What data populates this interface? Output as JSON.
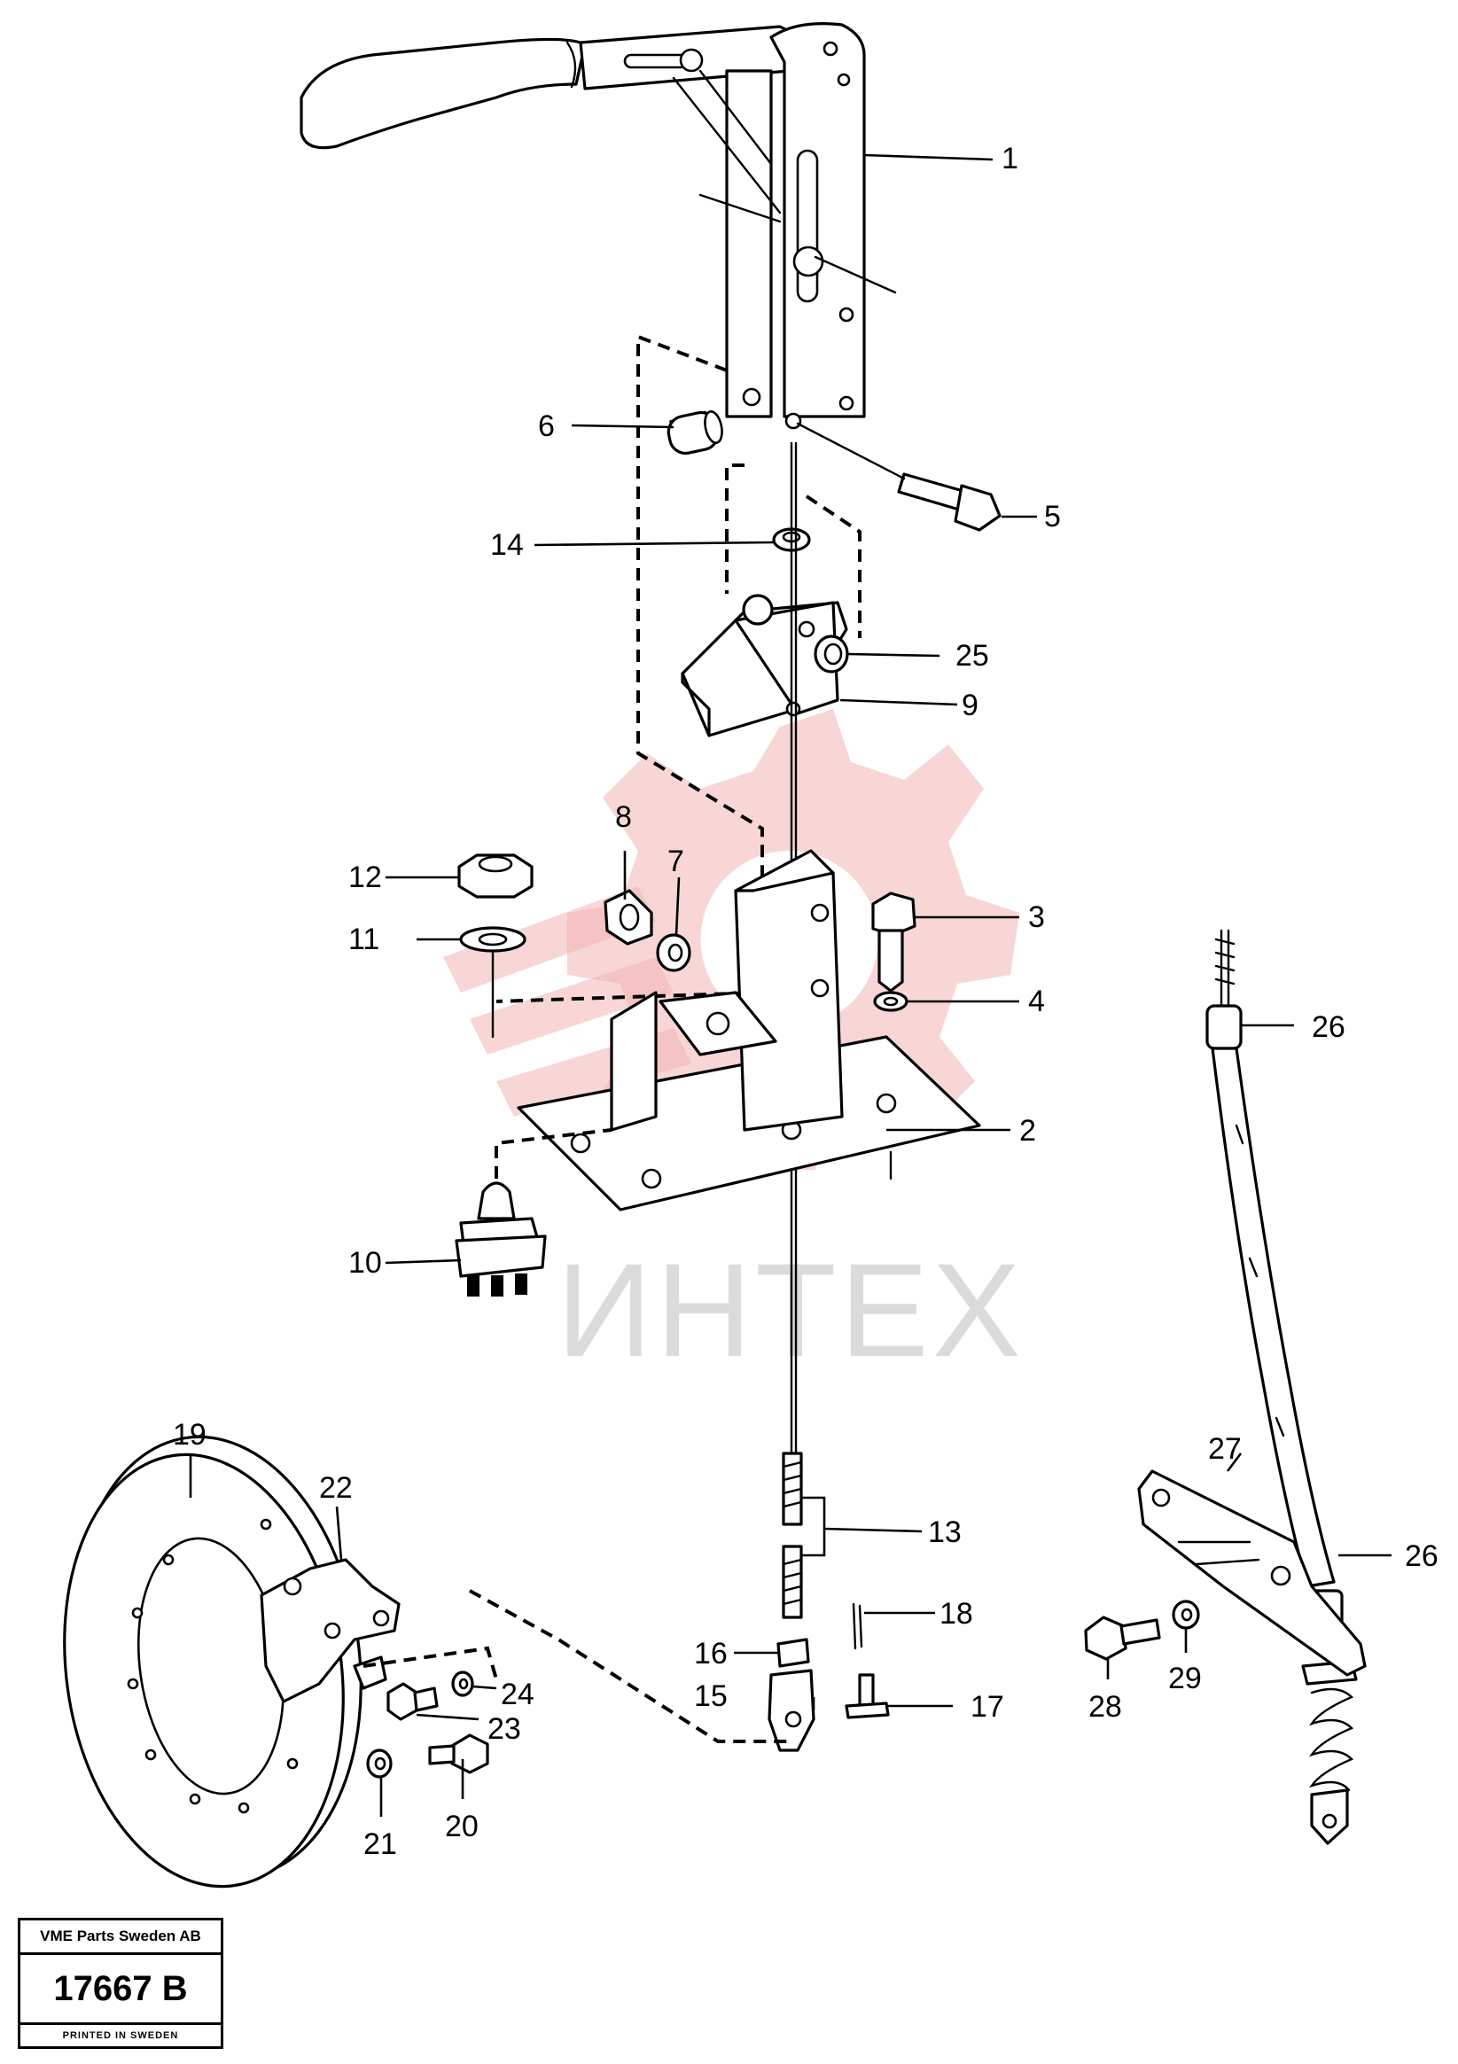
{
  "watermark": {
    "text": "ИНТЕХ"
  },
  "callouts": [
    {
      "id": "1",
      "label": "1"
    },
    {
      "id": "2",
      "label": "2"
    },
    {
      "id": "3",
      "label": "3"
    },
    {
      "id": "4",
      "label": "4"
    },
    {
      "id": "5",
      "label": "5"
    },
    {
      "id": "6",
      "label": "6"
    },
    {
      "id": "7",
      "label": "7"
    },
    {
      "id": "8",
      "label": "8"
    },
    {
      "id": "9",
      "label": "9"
    },
    {
      "id": "10",
      "label": "10"
    },
    {
      "id": "11",
      "label": "11"
    },
    {
      "id": "12",
      "label": "12"
    },
    {
      "id": "13",
      "label": "13"
    },
    {
      "id": "14",
      "label": "14"
    },
    {
      "id": "15",
      "label": "15"
    },
    {
      "id": "16",
      "label": "16"
    },
    {
      "id": "17",
      "label": "17"
    },
    {
      "id": "18",
      "label": "18"
    },
    {
      "id": "19",
      "label": "19"
    },
    {
      "id": "20",
      "label": "20"
    },
    {
      "id": "21",
      "label": "21"
    },
    {
      "id": "22",
      "label": "22"
    },
    {
      "id": "23",
      "label": "23"
    },
    {
      "id": "24",
      "label": "24"
    },
    {
      "id": "25",
      "label": "25"
    },
    {
      "id": "26a",
      "label": "26"
    },
    {
      "id": "26b",
      "label": "26"
    },
    {
      "id": "27",
      "label": "27"
    },
    {
      "id": "28",
      "label": "28"
    },
    {
      "id": "29",
      "label": "29"
    }
  ],
  "title_block": {
    "company": "VME Parts Sweden AB",
    "drawing_number": "17667 B",
    "printed": "PRINTED IN SWEDEN"
  }
}
